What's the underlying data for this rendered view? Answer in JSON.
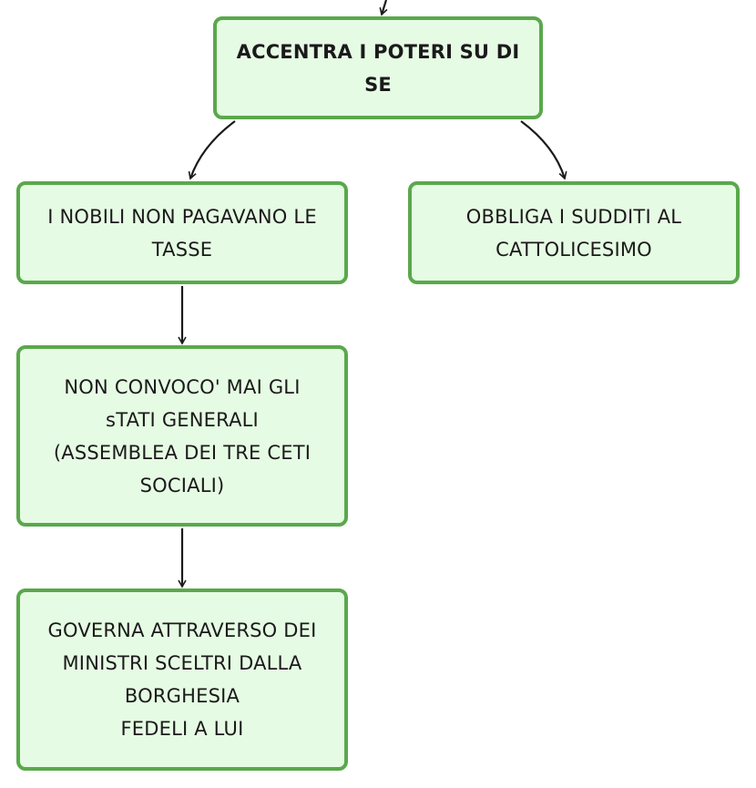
{
  "nodes": {
    "root": {
      "label": "ACCENTRA I POTERI SU DI SE"
    },
    "nobili": {
      "label": "I NOBILI NON PAGAVANO LE TASSE"
    },
    "obbliga": {
      "label": "OBBLIGA I SUDDITI AL\nCATTOLICESIMO"
    },
    "stati": {
      "label": "NON CONVOCO' MAI GLI\nsTATI GENERALI\n(ASSEMBLEA DEI TRE CETI\nSOCIALI)"
    },
    "governa": {
      "label": "GOVERNA ATTRAVERSO DEI\nMINISTRI  SCELTRI DALLA\nBORGHESIA\nFEDELI A LUI"
    }
  },
  "colors": {
    "node_fill": "#e6fbe4",
    "node_border": "#5aa84c",
    "connector": "#1a1a1a"
  }
}
